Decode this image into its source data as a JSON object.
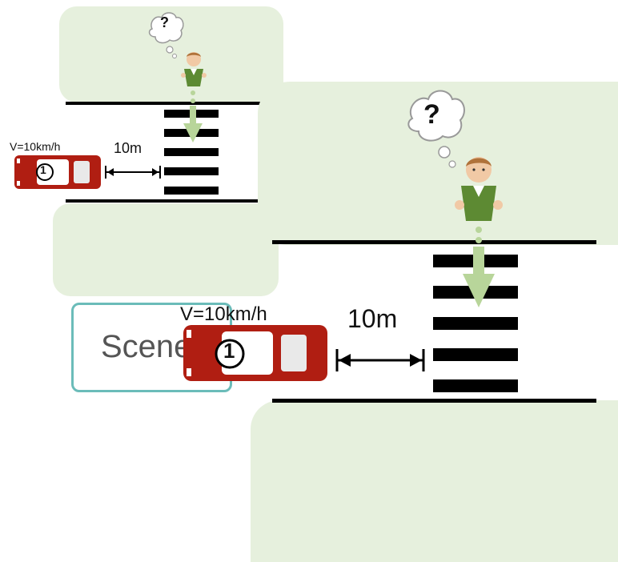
{
  "colors": {
    "grass": "#e6f0dd",
    "car_body": "#b01e12",
    "scene_border": "#6bbcb9",
    "pedestrian_shirt": "#5d8a33",
    "arrow": "#b8d59a"
  },
  "small": {
    "speed_label": "V=10km/h",
    "distance_label": "10m",
    "car_number": "1",
    "question_mark": "?"
  },
  "large": {
    "speed_label": "V=10km/h",
    "distance_label": "10m",
    "car_number": "1",
    "question_mark": "?"
  },
  "scene_label": "Scene"
}
